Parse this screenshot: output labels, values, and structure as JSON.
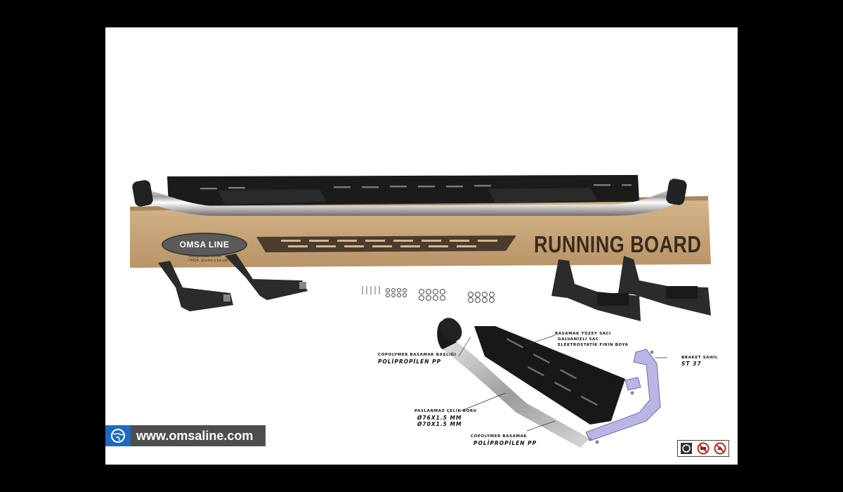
{
  "box": {
    "title": "RUNNING BOARD",
    "brand": "OMSA LINE",
    "brand_sub": [
      "Sayngo bitus, OMSA",
      "OMSA, alineme a trai pid"
    ]
  },
  "diagram_labels": {
    "surface": "BASAMAK YÜZEY SACI",
    "galvanized": "GALVANİZLİ SAC",
    "paint": "ELEKTROSTATİK FIRIN BOYA",
    "bracket": "BRAKET SAHIL",
    "bracket_material": "ST 37",
    "cap": "COPOLYMER BASAMAK BAŞLIĞI",
    "cap_material": "POLİPROPİLEN PP",
    "tube": "PASLANMAZ ÇELİK BORU",
    "tube_size_1": "Ø76X1.5 MM",
    "tube_size_2": "Ø70X1.5 MM",
    "step": "COPOLYMER BASAMAK",
    "step_material": "POLİPROPİLEN PP"
  },
  "footer": {
    "url": "www.omsaline.com"
  },
  "icons": [
    "globe-icon",
    "logo-icon",
    "no-symbol-icon-1",
    "no-symbol-icon-2"
  ],
  "colors": {
    "background": "#000000",
    "photo_bg": "#ffffff",
    "cardboard": "#c9a57a",
    "url_bar": "#4e4e4e",
    "url_icon": "#1e6ac0",
    "bracket_diagram": "#b9b6e6"
  }
}
